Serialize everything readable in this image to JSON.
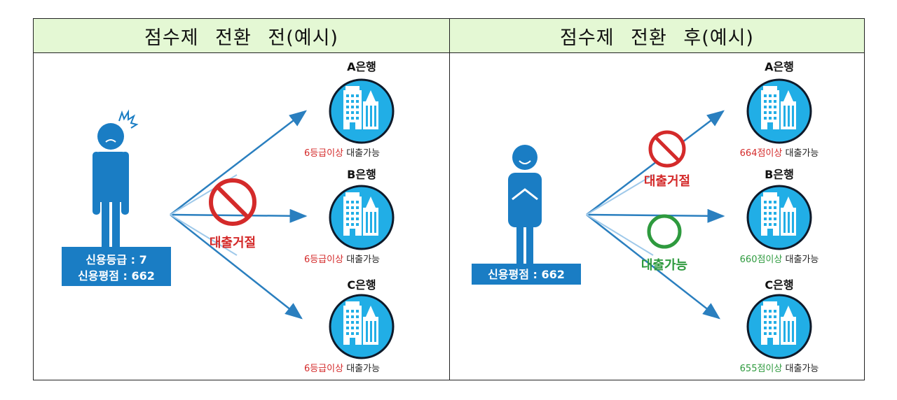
{
  "left_panel": {
    "title": "점수제  전환  전(예시)",
    "person_label_line1": "신용등급 : 7",
    "person_label_line2": "신용평점 : 662",
    "reject_label": "대출거절",
    "banks": [
      {
        "name": "A은행",
        "cond_colored": "6등급이상",
        "cond_rest": " 대출가능"
      },
      {
        "name": "B은행",
        "cond_colored": "6등급이상",
        "cond_rest": " 대출가능"
      },
      {
        "name": "C은행",
        "cond_colored": "6등급이상",
        "cond_rest": " 대출가능"
      }
    ]
  },
  "right_panel": {
    "title": "점수제  전환  후(예시)",
    "person_label": "신용평점 : 662",
    "reject_label": "대출거절",
    "ok_label": "대출가능",
    "banks": [
      {
        "name": "A은행",
        "cond_colored": "664점이상",
        "cond_rest": " 대출가능"
      },
      {
        "name": "B은행",
        "cond_colored": "660점이상",
        "cond_rest": " 대출가능"
      },
      {
        "name": "C은행",
        "cond_colored": "655점이상",
        "cond_rest": " 대출가능"
      }
    ]
  },
  "colors": {
    "header_bg": "#e4f8d4",
    "person_blue": "#1a7dc4",
    "bank_circle": "#21aee6",
    "arrow": "#2a7fbf",
    "reject_red": "#d42a2a",
    "ok_green": "#2e9a3e"
  }
}
